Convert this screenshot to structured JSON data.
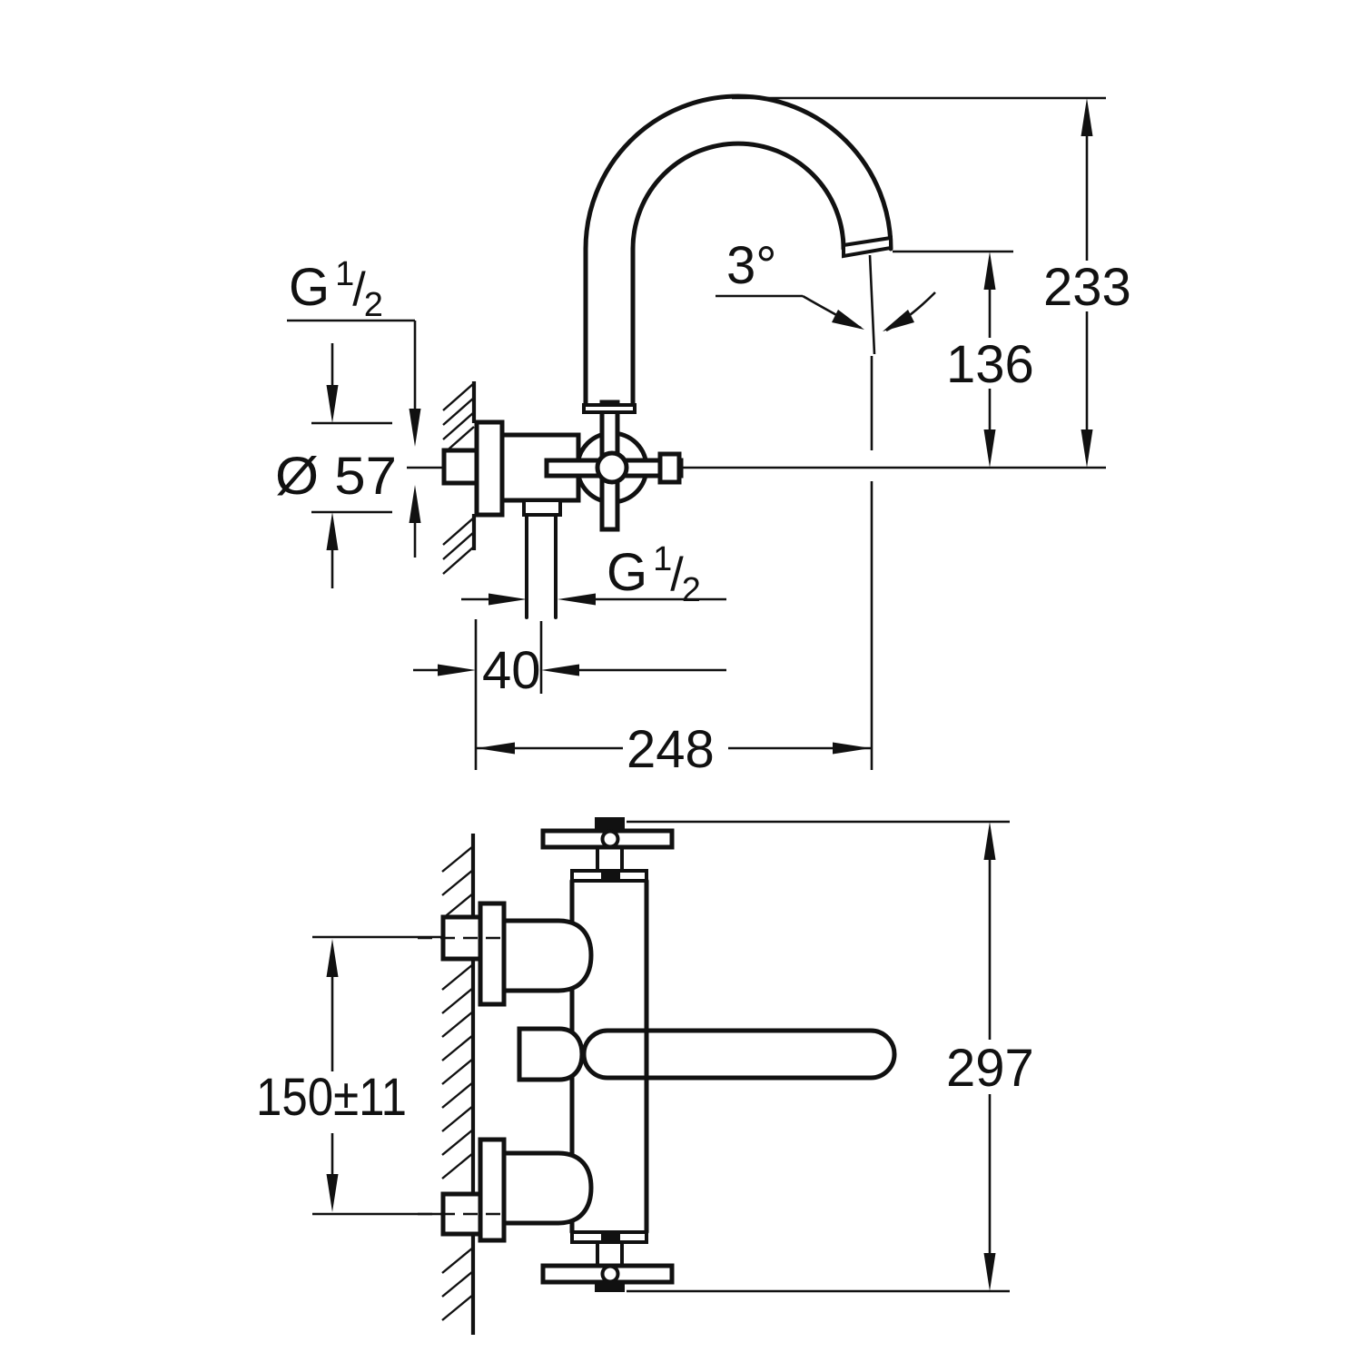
{
  "drawing": {
    "type": "technical-dimension-drawing",
    "product": "wall-mounted cross-handle bath/sink mixer tap",
    "background_color": "#ffffff",
    "line_color": "#111111",
    "side_view": {
      "inlet_thread": {
        "prefix": "G",
        "numerator": "1",
        "separator": "/",
        "denominator": "2"
      },
      "escutcheon_diameter": "Ø 57",
      "spray_angle": "3°",
      "outlet_height": "136",
      "total_height": "233",
      "outlet_thread": {
        "prefix": "G",
        "numerator": "1",
        "separator": "/",
        "denominator": "2"
      },
      "outlet_offset": "40",
      "reach": "248"
    },
    "front_view": {
      "connection_spacing": "150±11",
      "total_length": "297"
    }
  }
}
